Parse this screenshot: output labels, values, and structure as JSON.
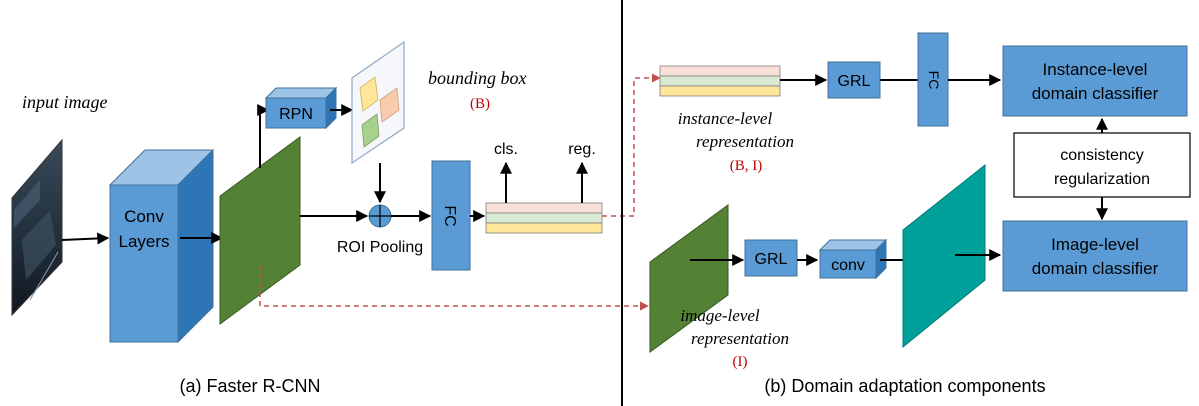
{
  "left_panel": {
    "input_image_label": "input image",
    "conv_label_line1": "Conv",
    "conv_label_line2": "Layers",
    "rpn_label": "RPN",
    "bbox_label": "bounding box",
    "bbox_tag": "(B)",
    "roi_label": "ROI Pooling",
    "fc_label": "FC",
    "cls_label": "cls.",
    "reg_label": "reg.",
    "caption": "(a) Faster R-CNN"
  },
  "right_panel": {
    "grl_top_label": "GRL",
    "fc_label": "FC",
    "instance_classifier_line1": "Instance-level",
    "instance_classifier_line2": "domain classifier",
    "instance_repr_line1": "instance-level",
    "instance_repr_line2": "representation",
    "instance_repr_tag": "(B, I)",
    "consistency_line1": "consistency",
    "consistency_line2": "regularization",
    "grl_bottom_label": "GRL",
    "conv_label": "conv",
    "image_classifier_line1": "Image-level",
    "image_classifier_line2": "domain classifier",
    "image_repr_line1": "image-level",
    "image_repr_line2": "representation",
    "image_repr_tag": "(I)",
    "caption": "(b) Domain adaptation components"
  },
  "colors": {
    "box_blue": "#5b9bd5",
    "box_blue_top": "#9dc3e6",
    "box_blue_side": "#2e75b6",
    "feature_green": "#548235",
    "feature_teal": "#00a19a",
    "tag_red": "#c00000",
    "dashed_red": "#c0504d",
    "bar_pink": "#f8e0d8",
    "bar_green": "#d9ead3",
    "bar_yellow": "#ffe699"
  }
}
